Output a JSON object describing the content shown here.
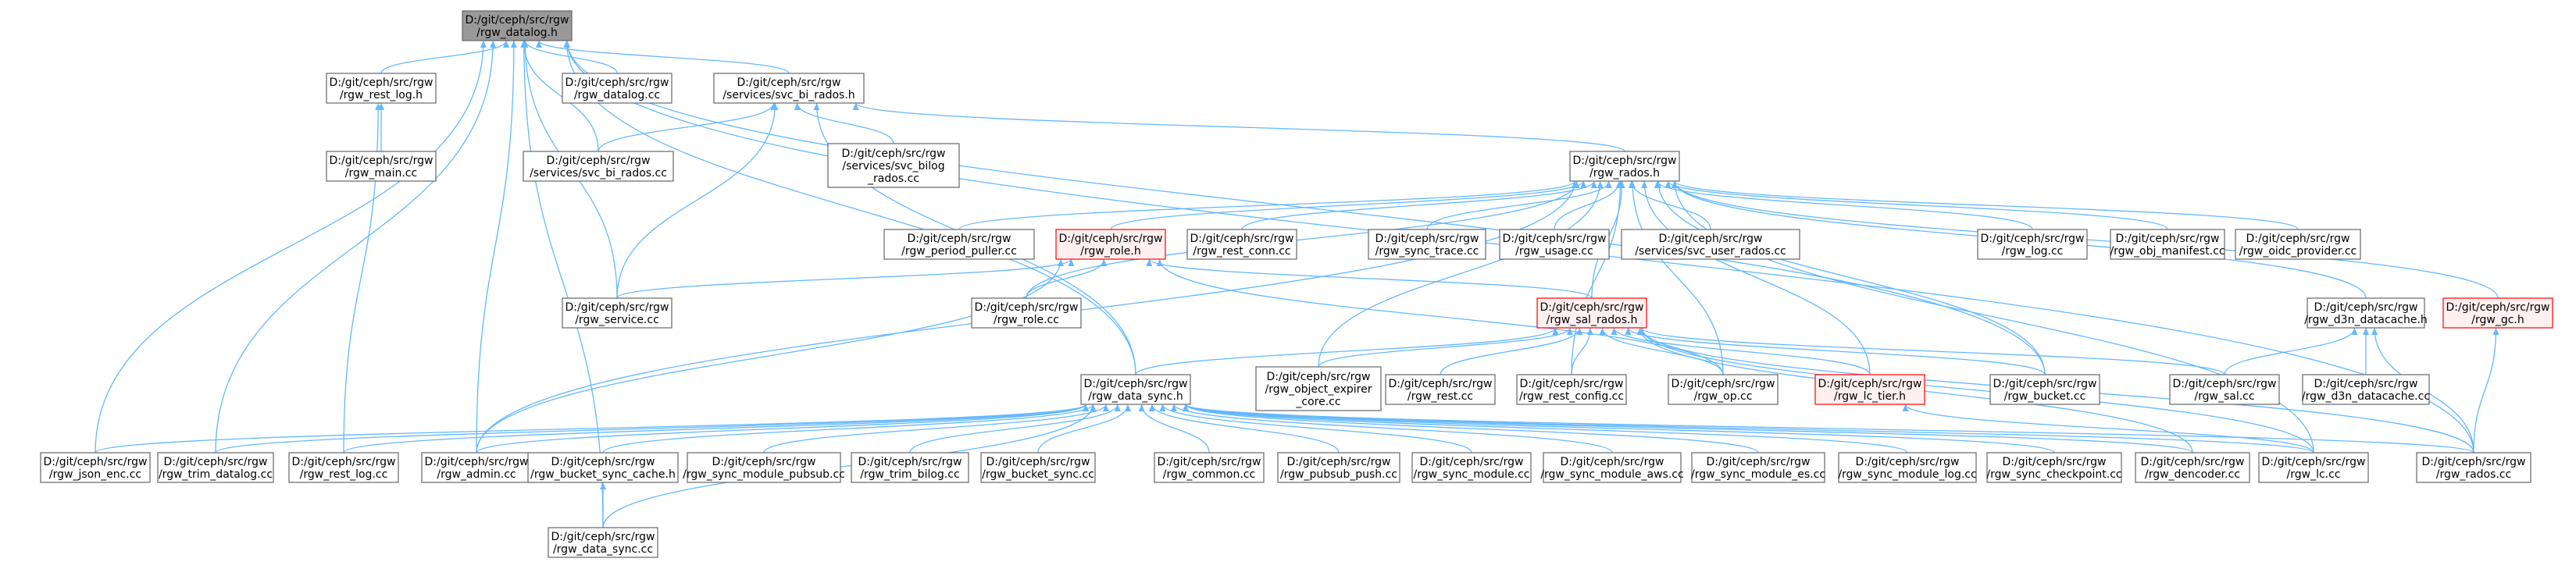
{
  "nodes": {
    "rgw_datalog_h": [
      "D:/git/ceph/src/rgw",
      "/rgw_datalog.h"
    ],
    "rgw_rest_log_h": [
      "D:/git/ceph/src/rgw",
      "/rgw_rest_log.h"
    ],
    "rgw_datalog_cc": [
      "D:/git/ceph/src/rgw",
      "/rgw_datalog.cc"
    ],
    "svc_bi_rados_h": [
      "D:/git/ceph/src/rgw",
      "/services/svc_bi_rados.h"
    ],
    "rgw_main_cc": [
      "D:/git/ceph/src/rgw",
      "/rgw_main.cc"
    ],
    "svc_bi_rados_cc": [
      "D:/git/ceph/src/rgw",
      "/services/svc_bi_rados.cc"
    ],
    "svc_bilog_rados_cc": [
      "D:/git/ceph/src/rgw",
      "/services/svc_bilog",
      "_rados.cc"
    ],
    "rgw_rados_h": [
      "D:/git/ceph/src/rgw",
      "/rgw_rados.h"
    ],
    "rgw_period_puller_cc": [
      "D:/git/ceph/src/rgw",
      "/rgw_period_puller.cc"
    ],
    "rgw_role_h": [
      "D:/git/ceph/src/rgw",
      "/rgw_role.h"
    ],
    "rgw_rest_conn_cc": [
      "D:/git/ceph/src/rgw",
      "/rgw_rest_conn.cc"
    ],
    "rgw_sync_trace_cc": [
      "D:/git/ceph/src/rgw",
      "/rgw_sync_trace.cc"
    ],
    "rgw_usage_cc": [
      "D:/git/ceph/src/rgw",
      "/rgw_usage.cc"
    ],
    "svc_user_rados_cc": [
      "D:/git/ceph/src/rgw",
      "/services/svc_user_rados.cc"
    ],
    "rgw_log_cc": [
      "D:/git/ceph/src/rgw",
      "/rgw_log.cc"
    ],
    "rgw_obj_manifest_cc": [
      "D:/git/ceph/src/rgw",
      "/rgw_obj_manifest.cc"
    ],
    "rgw_oidc_provider_cc": [
      "D:/git/ceph/src/rgw",
      "/rgw_oidc_provider.cc"
    ],
    "rgw_service_cc": [
      "D:/git/ceph/src/rgw",
      "/rgw_service.cc"
    ],
    "rgw_role_cc": [
      "D:/git/ceph/src/rgw",
      "/rgw_role.cc"
    ],
    "rgw_sal_rados_h": [
      "D:/git/ceph/src/rgw",
      "/rgw_sal_rados.h"
    ],
    "rgw_d3n_datacache_h": [
      "D:/git/ceph/src/rgw",
      "/rgw_d3n_datacache.h"
    ],
    "rgw_gc_h": [
      "D:/git/ceph/src/rgw",
      "/rgw_gc.h"
    ],
    "rgw_data_sync_h": [
      "D:/git/ceph/src/rgw",
      "/rgw_data_sync.h"
    ],
    "rgw_object_expirer_core_cc": [
      "D:/git/ceph/src/rgw",
      "/rgw_object_expirer",
      "_core.cc"
    ],
    "rgw_rest_cc": [
      "D:/git/ceph/src/rgw",
      "/rgw_rest.cc"
    ],
    "rgw_rest_config_cc": [
      "D:/git/ceph/src/rgw",
      "/rgw_rest_config.cc"
    ],
    "rgw_op_cc": [
      "D:/git/ceph/src/rgw",
      "/rgw_op.cc"
    ],
    "rgw_lc_tier_h": [
      "D:/git/ceph/src/rgw",
      "/rgw_lc_tier.h"
    ],
    "rgw_bucket_cc": [
      "D:/git/ceph/src/rgw",
      "/rgw_bucket.cc"
    ],
    "rgw_sal_cc": [
      "D:/git/ceph/src/rgw",
      "/rgw_sal.cc"
    ],
    "rgw_d3n_datacache_cc": [
      "D:/git/ceph/src/rgw",
      "/rgw_d3n_datacache.cc"
    ],
    "rgw_json_enc_cc": [
      "D:/git/ceph/src/rgw",
      "/rgw_json_enc.cc"
    ],
    "rgw_trim_datalog_cc": [
      "D:/git/ceph/src/rgw",
      "/rgw_trim_datalog.cc"
    ],
    "rgw_rest_log_cc": [
      "D:/git/ceph/src/rgw",
      "/rgw_rest_log.cc"
    ],
    "rgw_admin_cc": [
      "D:/git/ceph/src/rgw",
      "/rgw_admin.cc"
    ],
    "rgw_bucket_sync_cache_h": [
      "D:/git/ceph/src/rgw",
      "/rgw_bucket_sync_cache.h"
    ],
    "rgw_sync_module_pubsub_cc": [
      "D:/git/ceph/src/rgw",
      "/rgw_sync_module_pubsub.cc"
    ],
    "rgw_trim_bilog_cc": [
      "D:/git/ceph/src/rgw",
      "/rgw_trim_bilog.cc"
    ],
    "rgw_bucket_sync_cc": [
      "D:/git/ceph/src/rgw",
      "/rgw_bucket_sync.cc"
    ],
    "rgw_common_cc": [
      "D:/git/ceph/src/rgw",
      "/rgw_common.cc"
    ],
    "rgw_pubsub_push_cc": [
      "D:/git/ceph/src/rgw",
      "/rgw_pubsub_push.cc"
    ],
    "rgw_sync_module_cc": [
      "D:/git/ceph/src/rgw",
      "/rgw_sync_module.cc"
    ],
    "rgw_sync_module_aws_cc": [
      "D:/git/ceph/src/rgw",
      "/rgw_sync_module_aws.cc"
    ],
    "rgw_sync_module_es_cc": [
      "D:/git/ceph/src/rgw",
      "/rgw_sync_module_es.cc"
    ],
    "rgw_sync_module_log_cc": [
      "D:/git/ceph/src/rgw",
      "/rgw_sync_module_log.cc"
    ],
    "rgw_sync_checkpoint_cc": [
      "D:/git/ceph/src/rgw",
      "/rgw_sync_checkpoint.cc"
    ],
    "rgw_dencoder_cc": [
      "D:/git/ceph/src/rgw",
      "/rgw_dencoder.cc"
    ],
    "rgw_lc_cc": [
      "D:/git/ceph/src/rgw",
      "/rgw_lc.cc"
    ],
    "rgw_rados_cc": [
      "D:/git/ceph/src/rgw",
      "/rgw_rados.cc"
    ],
    "rgw_data_sync_cc": [
      "D:/git/ceph/src/rgw",
      "/rgw_data_sync.cc"
    ]
  },
  "styles": {
    "focus_fill": "#999999",
    "highlight_border": "#ff0000",
    "highlight_fill": "#fff0f0",
    "edge_color": "#63b8ff",
    "node_border": "#666666"
  }
}
